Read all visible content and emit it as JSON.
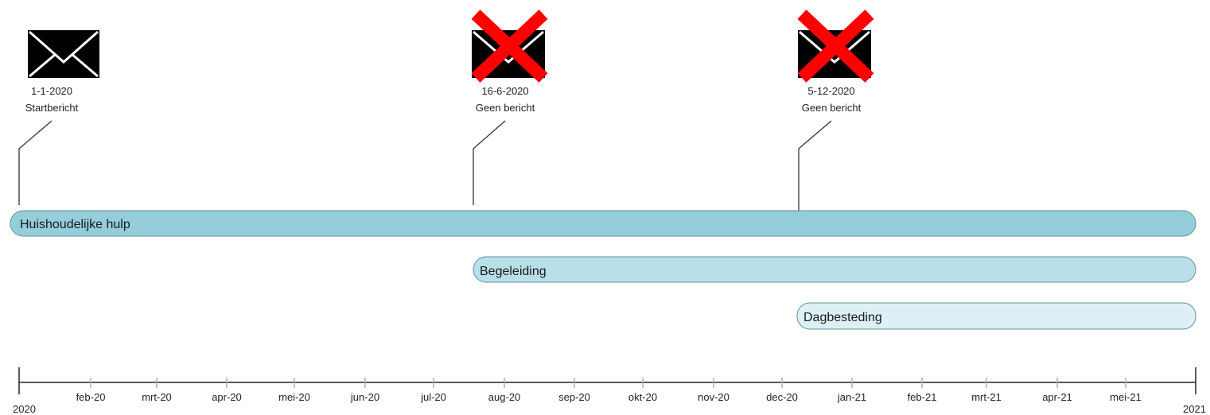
{
  "events": [
    {
      "date": "1-1-2020",
      "label": "Startbericht",
      "icon": "envelope-icon",
      "cancelled": false
    },
    {
      "date": "16-6-2020",
      "label": "Geen bericht",
      "icon": "envelope-icon",
      "cancelled": true
    },
    {
      "date": "5-12-2020",
      "label": "Geen bericht",
      "icon": "envelope-icon",
      "cancelled": true
    }
  ],
  "bars": [
    {
      "label": "Huishoudelijke hulp",
      "color": "#95cdda"
    },
    {
      "label": "Begeleiding",
      "color": "#b9dfe9"
    },
    {
      "label": "Dagbesteding",
      "color": "#dcf0f5"
    }
  ],
  "axis": {
    "start_label": "2020",
    "end_label": "2021",
    "months": [
      "feb-20",
      "mrt-20",
      "apr-20",
      "mei-20",
      "jun-20",
      "jul-20",
      "aug-20",
      "sep-20",
      "okt-20",
      "nov-20",
      "dec-20",
      "jan-21",
      "feb-21",
      "mrt-21",
      "apr-21",
      "mei-21"
    ]
  },
  "colors": {
    "cross": "#ff0000",
    "envelope": "#000000",
    "bar_border": "#5f8f9c",
    "tick": "#9ab6c2"
  }
}
